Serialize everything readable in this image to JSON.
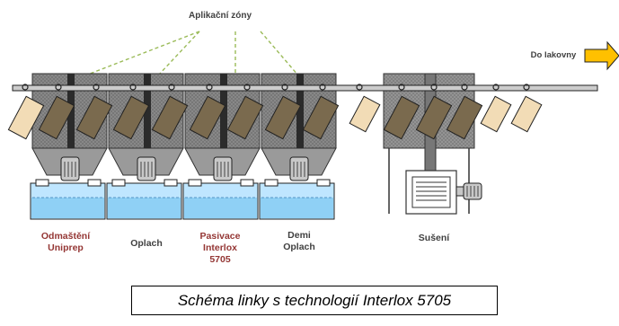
{
  "header": {
    "zones_label": "Aplikační zóny"
  },
  "export": {
    "label": "Do lakovny"
  },
  "stations": [
    {
      "id": "degrease",
      "lines": [
        "Odmaštění",
        "Uniprep"
      ],
      "color": "#943634"
    },
    {
      "id": "rinse",
      "lines": [
        "Oplach"
      ],
      "color": "#404040"
    },
    {
      "id": "passivation",
      "lines": [
        "Pasivace",
        "Interlox",
        "5705"
      ],
      "color": "#943634"
    },
    {
      "id": "demi-rinse",
      "lines": [
        "Demi",
        "Oplach"
      ],
      "color": "#404040"
    },
    {
      "id": "drying",
      "lines": [
        "Sušení"
      ],
      "color": "#404040"
    }
  ],
  "caption": {
    "text": "Schéma linky s technologií Interlox 5705"
  },
  "colors": {
    "tank_fill": "#bfe6ff",
    "tank_water": "#8fd0f5",
    "cabin_fill": "#8c8c8c",
    "part_fill": "#f2dcb6",
    "part_dark_fill": "#7a6a4e",
    "arrow_fill": "#ffc000",
    "dashed_line": "#9bbb59"
  }
}
